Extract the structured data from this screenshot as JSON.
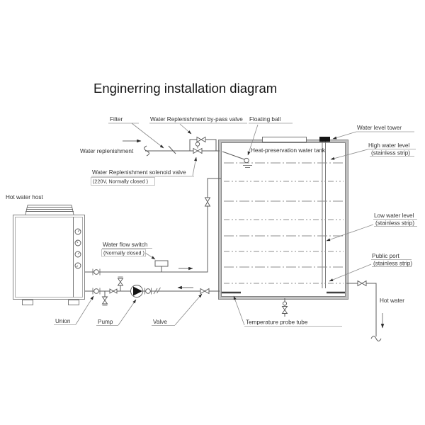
{
  "title": "Enginerring installation diagram",
  "labels": {
    "filter": "Filter",
    "bypass_valve": "Water Replenishment by-pass valve",
    "floating_ball": "Floating ball",
    "water_level_tower": "Water level tower",
    "high_water_level": "High water level",
    "high_water_level_sub": "(stainless strip)",
    "low_water_level": "Low water level",
    "low_water_level_sub": "(stainless strip)",
    "public_port": "Public port",
    "public_port_sub": "(stainless strip)",
    "hot_water": "Hot water",
    "water_replenishment": "Water replenishment",
    "solenoid_valve": "Water Replenishment solenoid valve",
    "solenoid_valve_sub": "(220V, Normally closed )",
    "tank": "Heat-preservation water tank",
    "hot_water_host": "Hot water host",
    "water_flow_switch": "Water flow switch",
    "water_flow_switch_sub": "(Normally closed )",
    "union": "Union",
    "pump": "Pump",
    "valve": "Valve",
    "temperature_probe_tube": "Temperature probe tube"
  }
}
